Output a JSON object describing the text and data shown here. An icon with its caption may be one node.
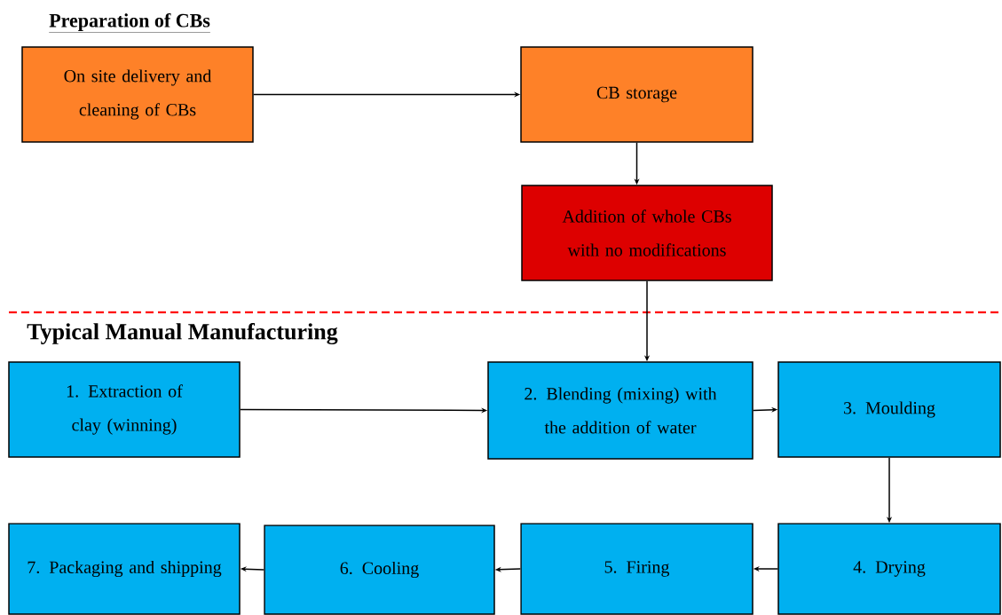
{
  "diagram": {
    "nodes": [
      {
        "text": [
          "On site delivery and cleaning of CBs"
        ]
      },
      {
        "text": [
          "CB storage"
        ]
      },
      {
        "text": [
          "Addition of whole CBs with no modifications"
        ]
      },
      {
        "text": [
          "1. Extraction of clay (winning)"
        ]
      },
      {
        "text": [
          "2. Blending (mixing) with the addition of water"
        ]
      },
      {
        "text": [
          "3. Moulding"
        ]
      },
      {
        "text": [
          "4. Drying"
        ]
      },
      {
        "text": [
          "5. Firing"
        ]
      },
      {
        "text": [
          "6. Cooling"
        ]
      },
      {
        "text": [
          "7. Packaging and shipping"
        ]
      }
    ],
    "edges": [
      {
        "from": 0,
        "to": 1,
        "arrow": "to"
      },
      {
        "from": 1,
        "to": 2,
        "arrow": "to"
      },
      {
        "from": 2,
        "to": 4,
        "arrow": "to"
      },
      {
        "from": 3,
        "to": 4,
        "arrow": "to"
      },
      {
        "from": 4,
        "to": 5,
        "arrow": "to"
      },
      {
        "from": 5,
        "to": 6,
        "arrow": "to"
      },
      {
        "from": 6,
        "to": 7,
        "arrow": "to"
      },
      {
        "from": 7,
        "to": 8,
        "arrow": "to"
      },
      {
        "from": 8,
        "to": 9,
        "arrow": "to"
      }
    ],
    "labels": [
      "Preparation of CBs",
      "Typical Manual Manufacturing"
    ]
  }
}
